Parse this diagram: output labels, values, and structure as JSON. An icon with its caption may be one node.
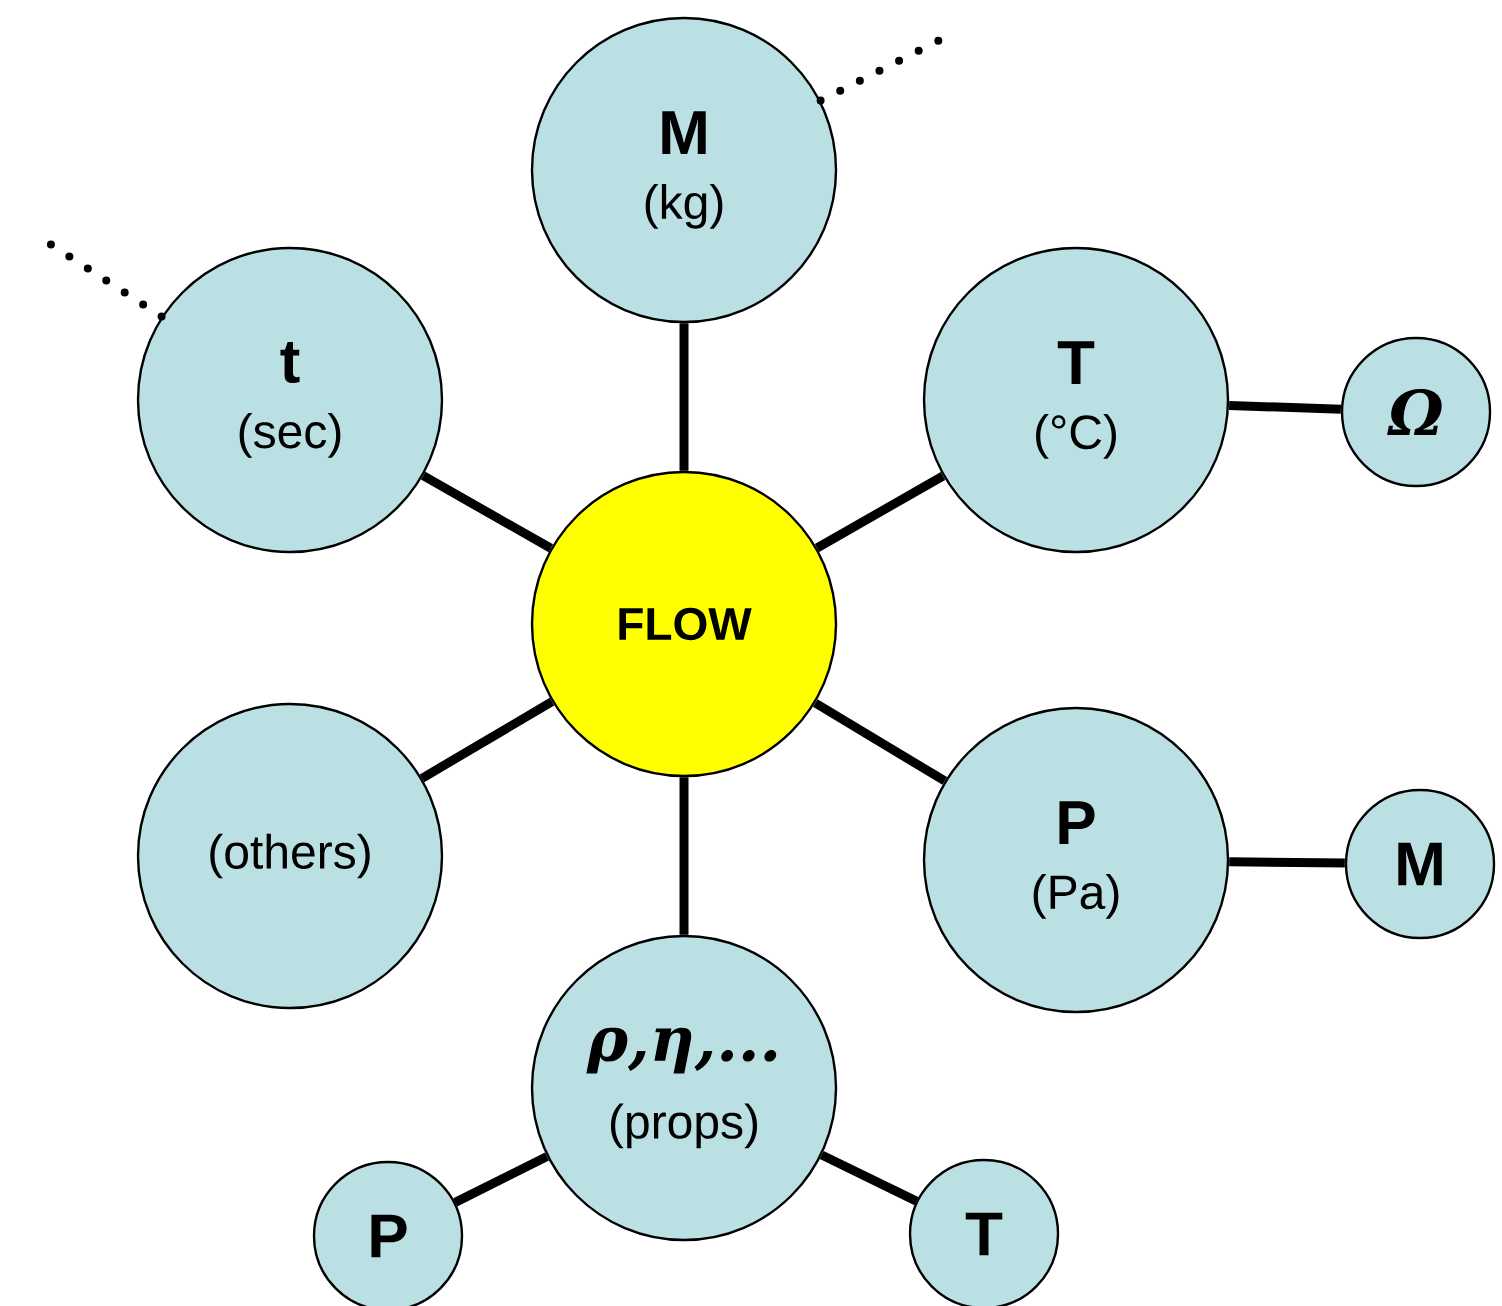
{
  "diagram": {
    "nodes": [
      {
        "text": [
          "FLOW"
        ]
      },
      {
        "text": [
          "M",
          "(kg)"
        ]
      },
      {
        "text": [
          "t",
          "(sec)"
        ]
      },
      {
        "text": [
          "T",
          "(°C)"
        ]
      },
      {
        "text": [
          "Ω"
        ]
      },
      {
        "text": [
          "(others)"
        ]
      },
      {
        "text": [
          "P",
          "(Pa)"
        ]
      },
      {
        "text": [
          "M"
        ]
      },
      {
        "text": [
          "ρ,η,...",
          "(props)"
        ]
      },
      {
        "text": [
          "P"
        ]
      },
      {
        "text": [
          "T"
        ]
      }
    ],
    "edges": [
      {
        "from": 0,
        "to": 1,
        "arrow": "none"
      },
      {
        "from": 0,
        "to": 2,
        "arrow": "none"
      },
      {
        "from": 0,
        "to": 3,
        "arrow": "none"
      },
      {
        "from": 0,
        "to": 5,
        "arrow": "none"
      },
      {
        "from": 0,
        "to": 6,
        "arrow": "none"
      },
      {
        "from": 0,
        "to": 8,
        "arrow": "none"
      },
      {
        "from": 3,
        "to": 4,
        "arrow": "none"
      },
      {
        "from": 6,
        "to": 7,
        "arrow": "none"
      },
      {
        "from": 8,
        "to": 9,
        "arrow": "none"
      },
      {
        "from": 8,
        "to": 10,
        "arrow": "none"
      },
      {
        "from": 1,
        "to": null,
        "arrow": "none",
        "style": "dashed"
      },
      {
        "from": 2,
        "to": null,
        "arrow": "none",
        "style": "dashed"
      }
    ]
  }
}
